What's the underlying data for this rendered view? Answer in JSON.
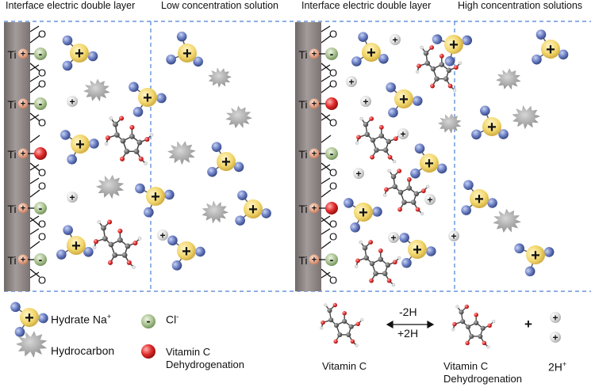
{
  "headers": {
    "left_edl": "Interface electric double layer",
    "low_conc": "Low concentration solution",
    "right_edl": "Interface electric double layer",
    "high_conc": "High concentration solutions"
  },
  "surface": {
    "metal_label": "Ti",
    "oxygen_label": "O",
    "plus_sign": "+",
    "minus_sign": "-"
  },
  "legend": {
    "hydrate_na_label": "Hydrate Na",
    "hydrate_na_sup": "+",
    "cl_label": "Cl",
    "cl_sup": "-",
    "hydrocarbon_label": "Hydrocarbon",
    "vitc_dehydro_line1": "Vitamin C",
    "vitc_dehydro_line2": "Dehydrogenation"
  },
  "reaction": {
    "minus_2h": "-2H",
    "plus_2h": "+2H",
    "reactant": "Vitamin C",
    "product_line1": "Vitamin C",
    "product_line2": "Dehydrogenation",
    "plus_sign": "+",
    "protons": "2H",
    "protons_sup": "+"
  },
  "colors": {
    "hydrate_core": "#f2d66b",
    "water_sphere": "#5b6fb3",
    "cl_sphere": "#9db584",
    "vitc_sphere": "#d62828",
    "ti_sphere": "#e5a78a",
    "proton_sphere": "#dcdcdc",
    "hydrocarbon": "#a9a9a9",
    "electrode": "#8c8584",
    "divider": "#4a7fd4"
  }
}
